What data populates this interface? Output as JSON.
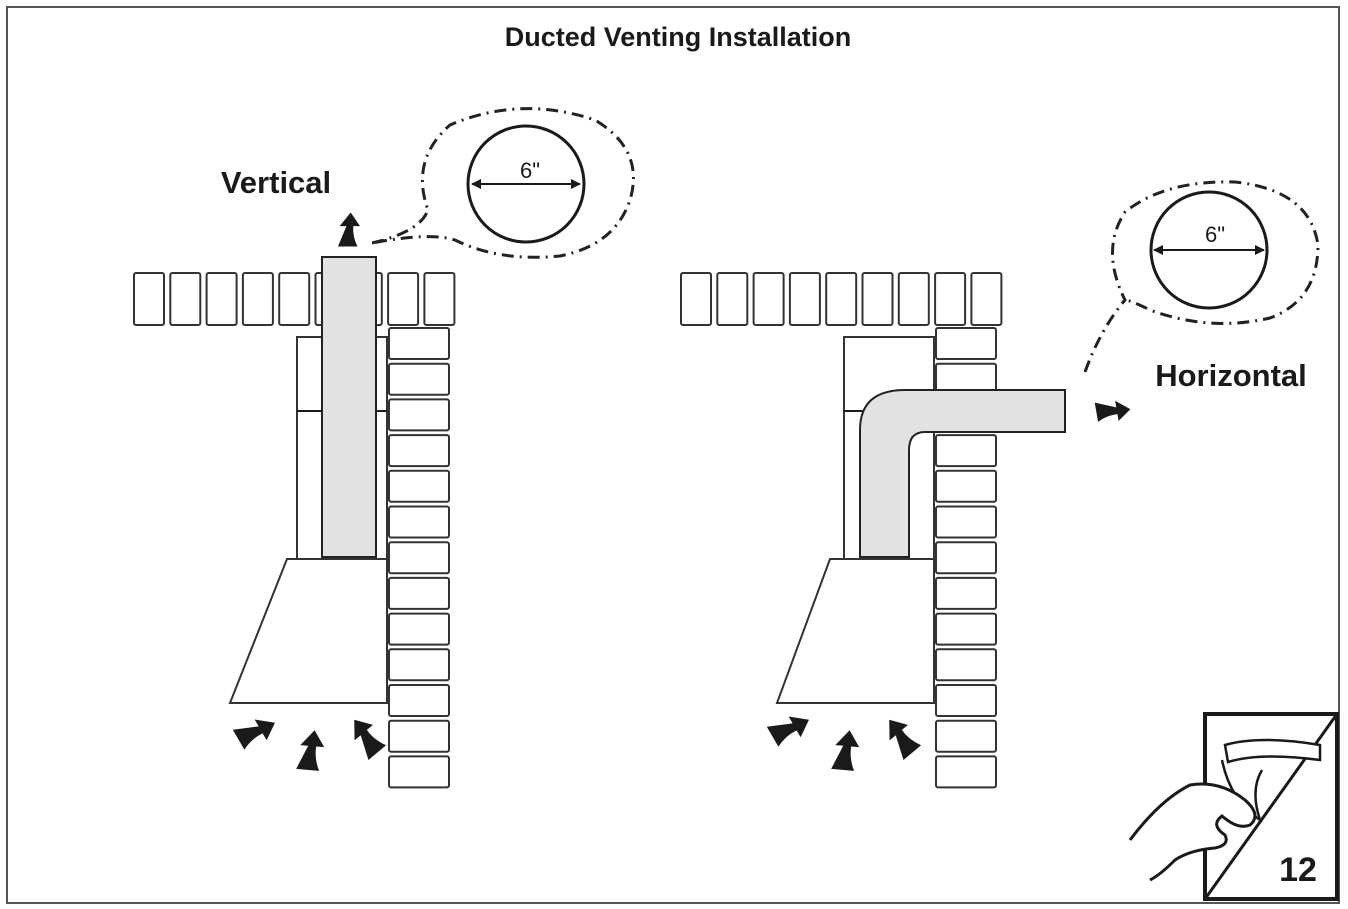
{
  "title": "Ducted Venting Installation",
  "vertical": {
    "label": "Vertical",
    "diameter": "6\""
  },
  "horizontal": {
    "label": "Horizontal",
    "diameter": "6\""
  },
  "page_number": "12",
  "colors": {
    "duct_fill": "#e2e2e2",
    "ink": "#1a1a1a"
  },
  "icons": [
    "page-turn-icon",
    "airflow-arrow-icon",
    "double-arrow-icon"
  ]
}
